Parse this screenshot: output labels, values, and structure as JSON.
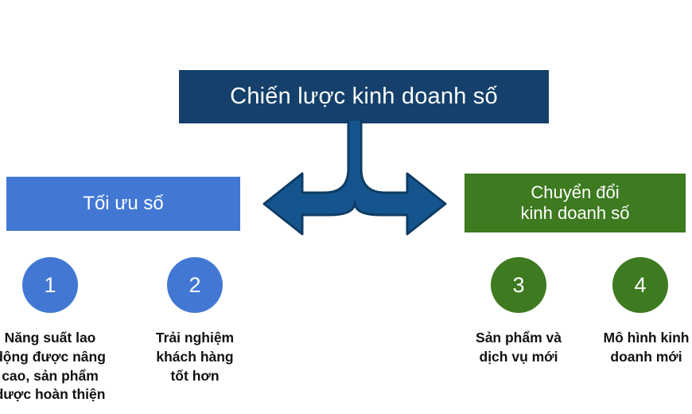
{
  "diagram": {
    "background_color": "#ffffff",
    "title": {
      "text": "Chiến lược kinh doanh số",
      "box_color": "#14406B",
      "text_color": "#ffffff"
    },
    "connector": {
      "type": "split-arrow-left-right",
      "fill_color": "#15558F",
      "outline_color": "#0E3C63"
    },
    "branches": [
      {
        "id": "left",
        "heading": "Tối ưu số",
        "color": "#4278D4",
        "items": [
          {
            "number": "1",
            "caption": "Năng suất lao\ndộng được nâng\ncao, sản phẩm\ndược hoàn thiện"
          },
          {
            "number": "2",
            "caption": "Trải nghiệm\nkhách hàng\ntốt hơn"
          }
        ]
      },
      {
        "id": "right",
        "heading": "Chuyển đổi\nkinh doanh số",
        "color": "#3D7A20",
        "items": [
          {
            "number": "3",
            "caption": "Sản phẩm và\ndịch vụ mới"
          },
          {
            "number": "4",
            "caption": "Mô hình kinh\ndoanh mới"
          }
        ]
      }
    ]
  }
}
